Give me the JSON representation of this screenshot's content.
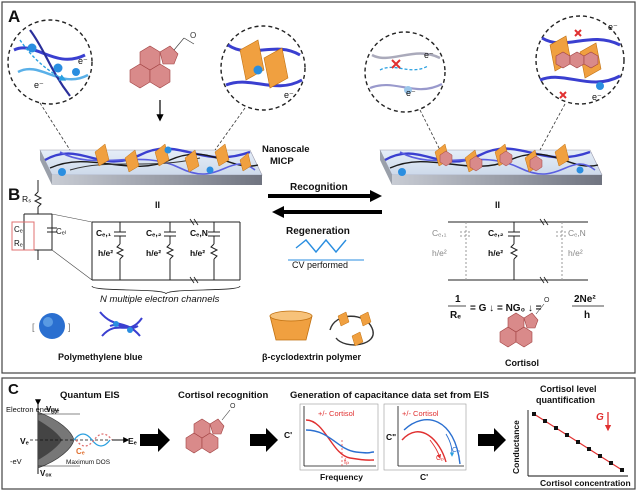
{
  "panels": {
    "a": "A",
    "b": "B",
    "c": "C"
  },
  "panel_a": {
    "electron": "e⁻",
    "nanoscale": "Nanoscale",
    "micp": "MICP",
    "recognition": "Recognition",
    "regeneration": "Regeneration",
    "cv_performed": "CV performed",
    "ii_left": "II",
    "ii_right": "II"
  },
  "panel_b": {
    "rs": "Rₛ",
    "cq": "Cₑ",
    "rq": "Rₑ",
    "cdl": "Cₑₗ",
    "cq1": "Cₑ,₁",
    "cq2": "Cₑ,₂",
    "cqn": "Cₑ,N",
    "h_e2": "h/e²",
    "n_channels": "N multiple electron channels",
    "formula_lhs_num": "1",
    "formula_lhs_den": "Rₑ",
    "formula_mid": "= G ↓ = NG₀ ↓ =",
    "formula_rhs_num": "2Ne²",
    "formula_rhs_den": "h",
    "polymethylene_blue": "Polymethylene blue",
    "beta_cd_polymer": "β-cyclodextrin polymer",
    "cortisol": "Cortisol"
  },
  "panel_c": {
    "quantum_eis": "Quantum EIS",
    "electron_energy": "Electron energy",
    "v_red": "Vᵣₑₑ",
    "v_f": "Vₑ",
    "v_ox": "Vₒₓ",
    "minus_ev": "-eV",
    "maximum_dos": "Maximum DOS",
    "c_q_label": "Cₑ",
    "e_f": "Eₑ",
    "cortisol_recognition": "Cortisol recognition",
    "generation_title": "Generation of capacitance data set from EIS",
    "plus_minus_cortisol_1": "+/- Cortisol",
    "plus_minus_cortisol_2": "+/- Cortisol",
    "c_prime": "C'",
    "c_double_prime": "C\"",
    "f_p": "fₚ",
    "frequency": "Frequency",
    "c_p": "Cₚ",
    "c_p2": "Cₚ",
    "quantification_title": "Cortisol level quantification",
    "g_label": "G",
    "conductance": "Conductance",
    "cortisol_concentration": "Cortisol concentration"
  },
  "colors": {
    "polymer_blue": "#3a3fd0",
    "light_blue": "#5ab0e8",
    "cortisol_pink": "#d98a8a",
    "cd_orange": "#f0a040",
    "red": "#e03030"
  },
  "chart_data": {
    "type": "scatter",
    "title": "Cortisol level quantification",
    "xlabel": "Cortisol concentration",
    "ylabel": "Conductance",
    "x": [
      1,
      2,
      3,
      4,
      5,
      6,
      7,
      8,
      9
    ],
    "y": [
      9,
      8,
      7,
      6,
      5,
      4,
      3,
      2,
      1
    ]
  }
}
